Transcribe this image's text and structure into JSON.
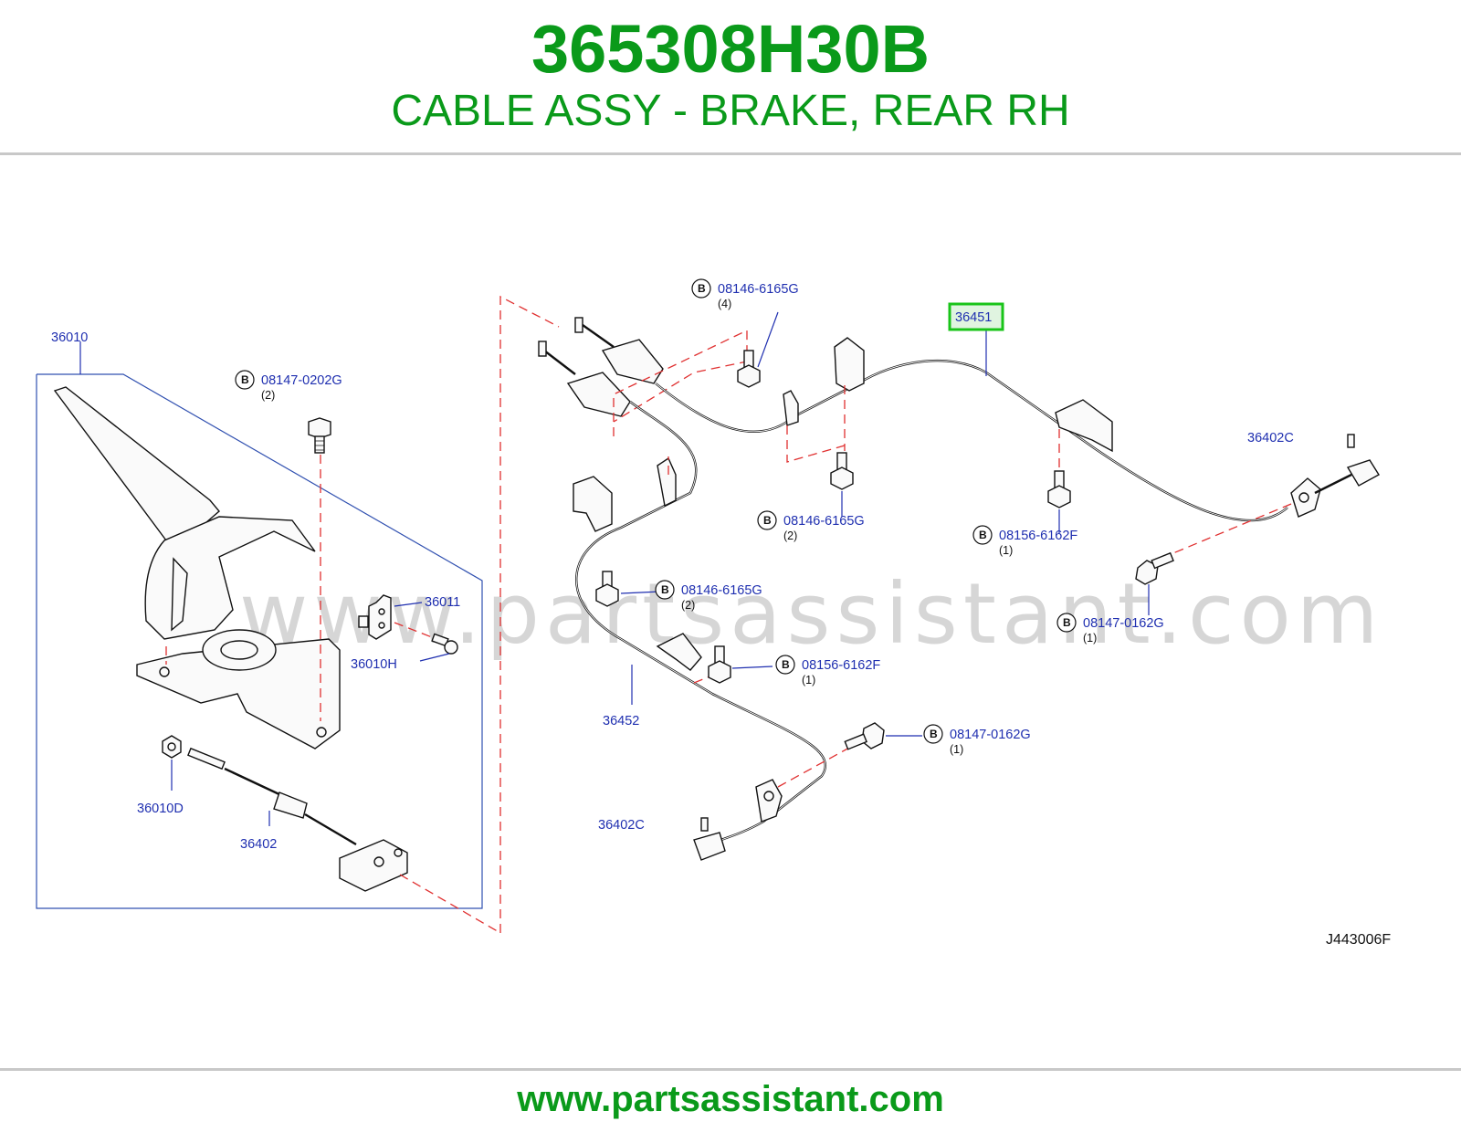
{
  "header": {
    "part_number": "365308H30B",
    "description": "CABLE ASSY - BRAKE, REAR RH"
  },
  "footer": {
    "url": "www.partsassistant.com"
  },
  "watermark": "www.partsassistant.com",
  "diagram_code": "J443006F",
  "colors": {
    "title_green": "#0a9a1a",
    "label_blue": "#1f2fb0",
    "leader_red": "#e03030",
    "highlight": "#19c419"
  },
  "bolt_marker": "B",
  "labels": {
    "p36010": "36010",
    "p08147_0202g": "08147-0202G",
    "q08147_0202g": "(2)",
    "p36011": "36011",
    "p36010h": "36010H",
    "p36010d": "36010D",
    "p36402": "36402",
    "p08146_6165g_a": "08146-6165G",
    "q08146_6165g_a": "(4)",
    "p36451": "36451",
    "p36402c_a": "36402C",
    "p08146_6165g_b": "08146-6165G",
    "q08146_6165g_b": "(2)",
    "p08156_6162f_a": "08156-6162F",
    "q08156_6162f_a": "(1)",
    "p08146_6165g_c": "08146-6165G",
    "q08146_6165g_c": "(2)",
    "p08147_0162g_a": "08147-0162G",
    "q08147_0162g_a": "(1)",
    "p08156_6162f_b": "08156-6162F",
    "q08156_6162f_b": "(1)",
    "p36452": "36452",
    "p08147_0162g_b": "08147-0162G",
    "q08147_0162g_b": "(1)",
    "p36402c_b": "36402C"
  }
}
